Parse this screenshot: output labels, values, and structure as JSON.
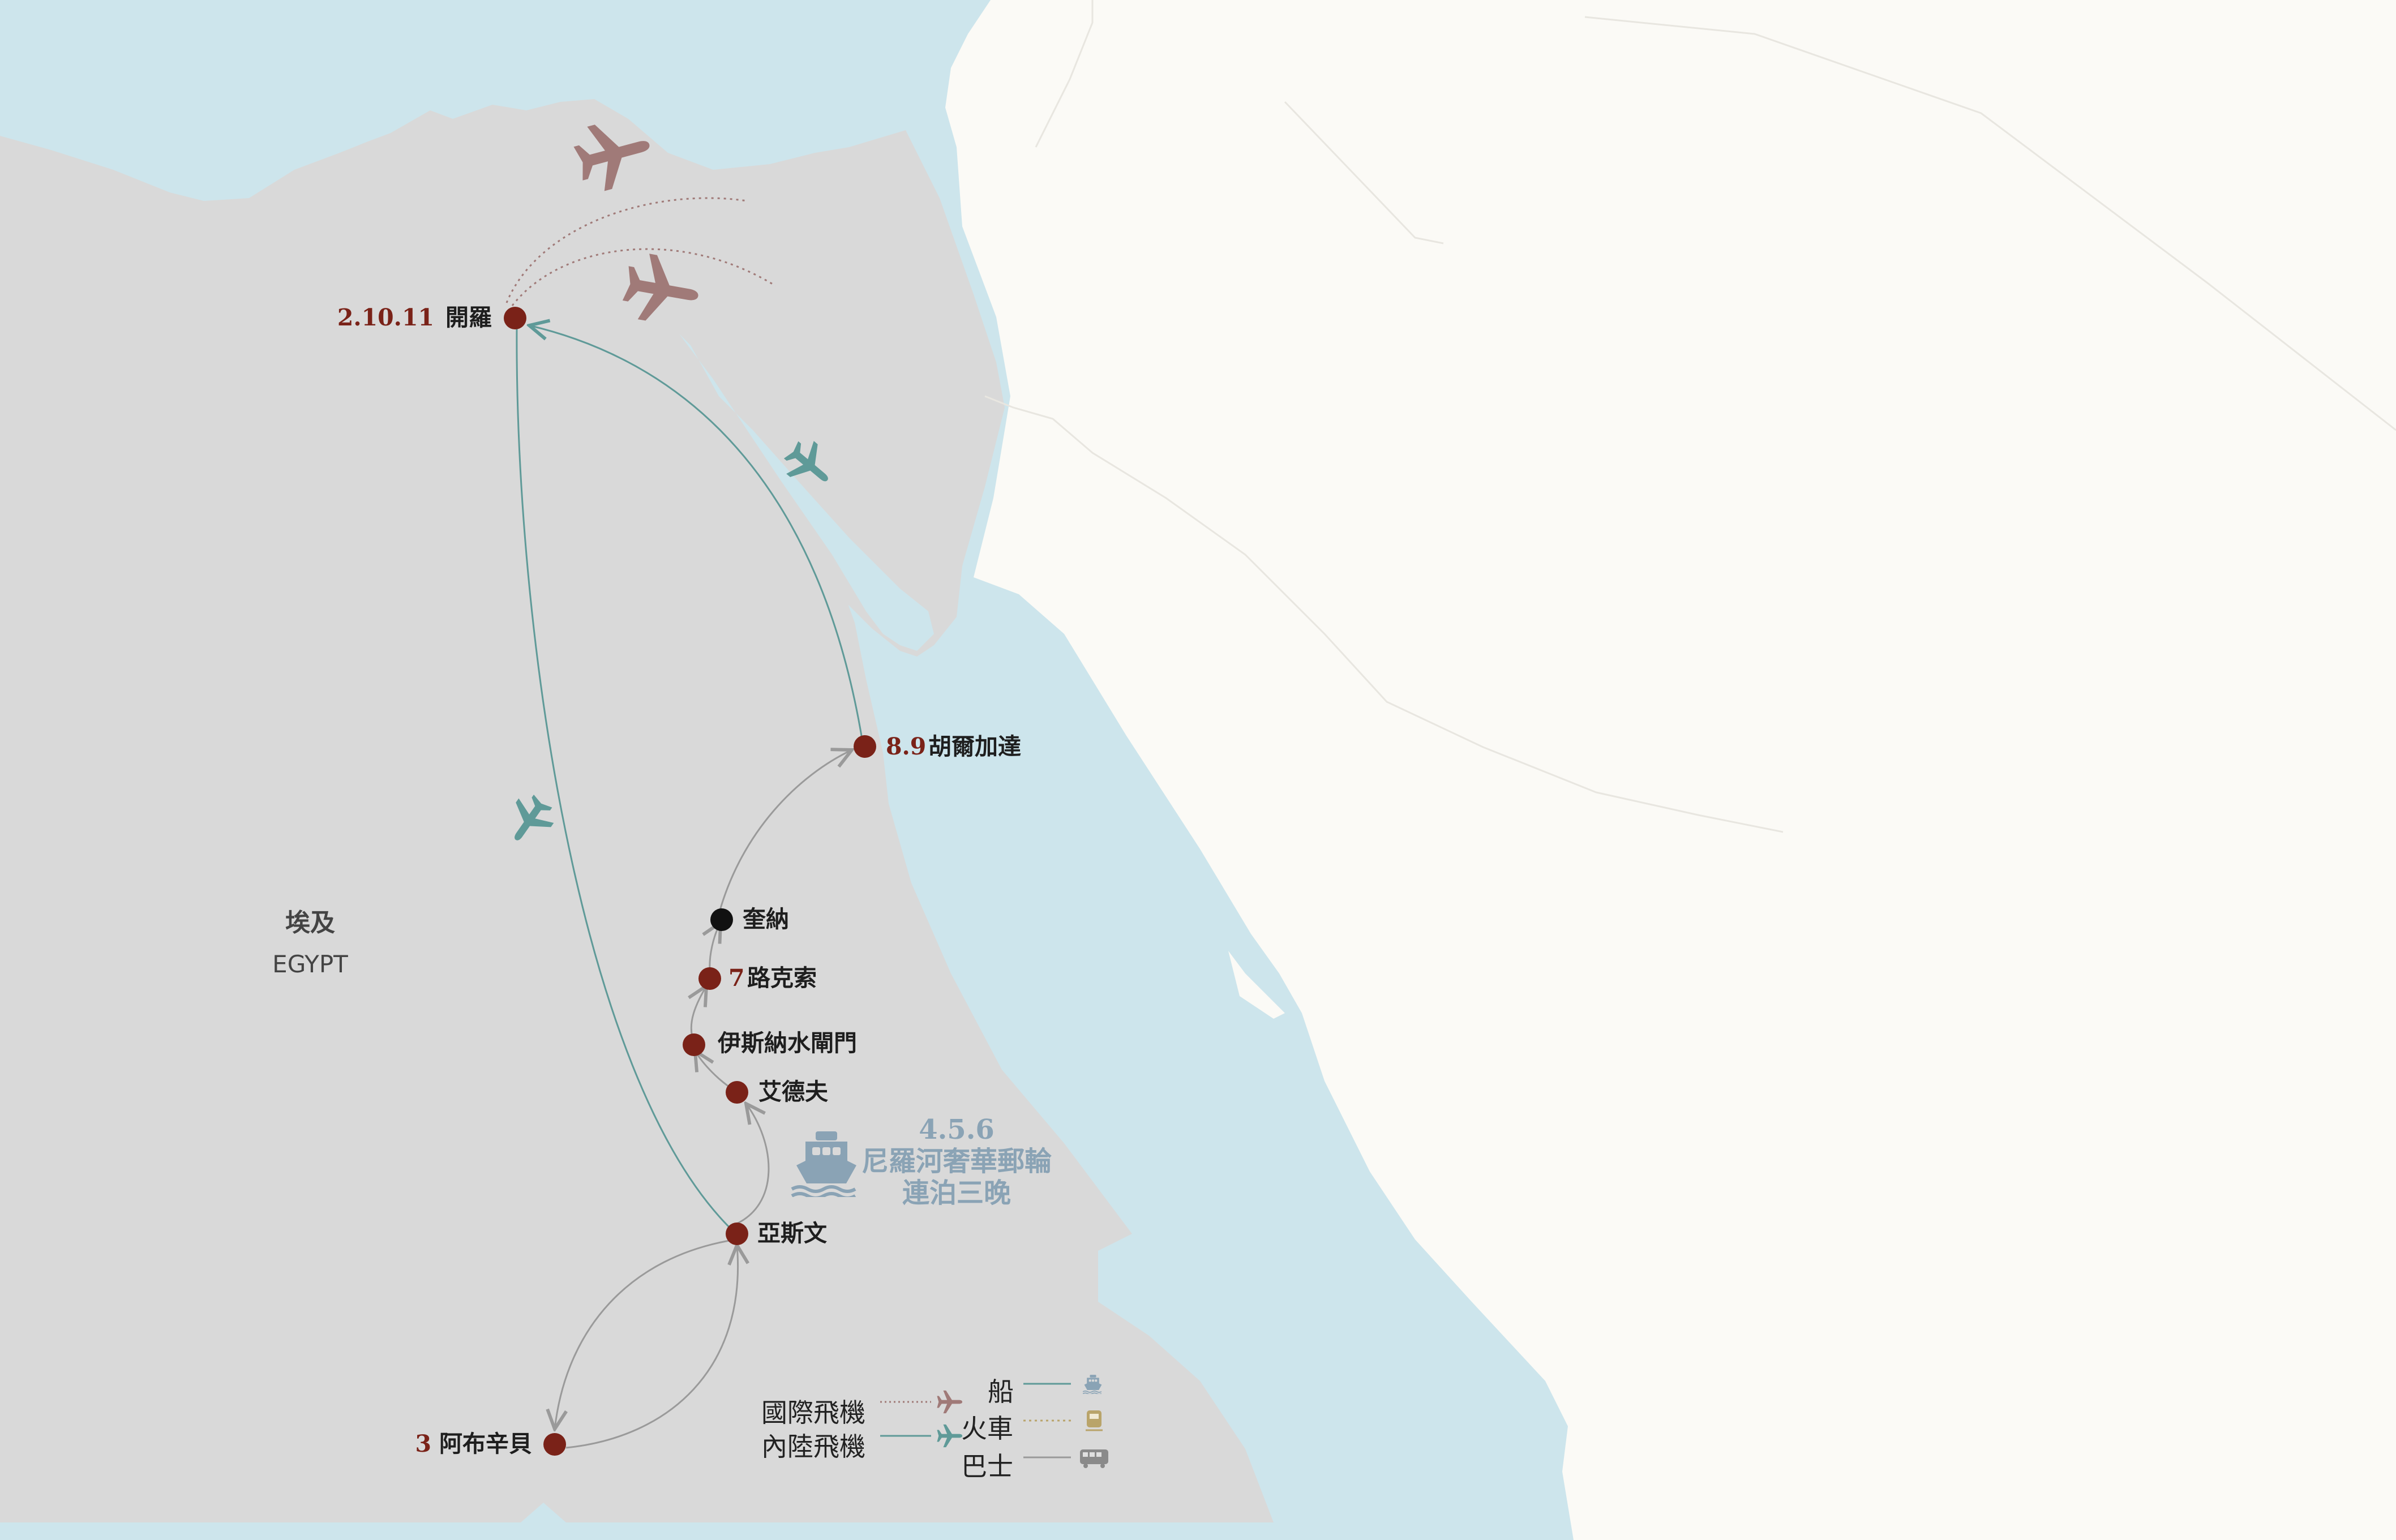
{
  "colors": {
    "land_other": "#fbfaf6",
    "land_egypt": "#d9d9d9",
    "water": "#cde5ec",
    "stop_marker": "#7a2218",
    "stop_marker_black": "#111111",
    "day_text": "#7a2218",
    "intl_flight": "#a07a78",
    "domestic_flight": "#5f9a98",
    "cruise_text": "#8aa3b5",
    "route_gray": "#9a9a9a"
  },
  "country": {
    "name_zh": "埃及",
    "name_en": "EGYPT"
  },
  "stops": [
    {
      "id": "cairo",
      "days": "2.10.11",
      "name": "開羅"
    },
    {
      "id": "hurghada",
      "days": "8.9",
      "name": "胡爾加達"
    },
    {
      "id": "qena",
      "days": "",
      "name": "奎納"
    },
    {
      "id": "luxor",
      "days": "7",
      "name": "路克索"
    },
    {
      "id": "esna",
      "days": "",
      "name": "伊斯納水閘門"
    },
    {
      "id": "edfu",
      "days": "",
      "name": "艾德夫"
    },
    {
      "id": "aswan",
      "days": "",
      "name": "亞斯文"
    },
    {
      "id": "abu_simbel",
      "days": "3",
      "name": "阿布辛貝"
    }
  ],
  "cruise": {
    "days": "4.5.6",
    "line1": "尼羅河奢華郵輪",
    "line2": "連泊三晚",
    "icon": "ship-icon"
  },
  "legend": {
    "intl_flight": "國際飛機",
    "domestic_flight": "內陸飛機",
    "boat": "船",
    "train": "火車",
    "bus": "巴士",
    "icons": [
      "airplane-icon",
      "ship-icon",
      "train-icon",
      "bus-icon"
    ]
  }
}
